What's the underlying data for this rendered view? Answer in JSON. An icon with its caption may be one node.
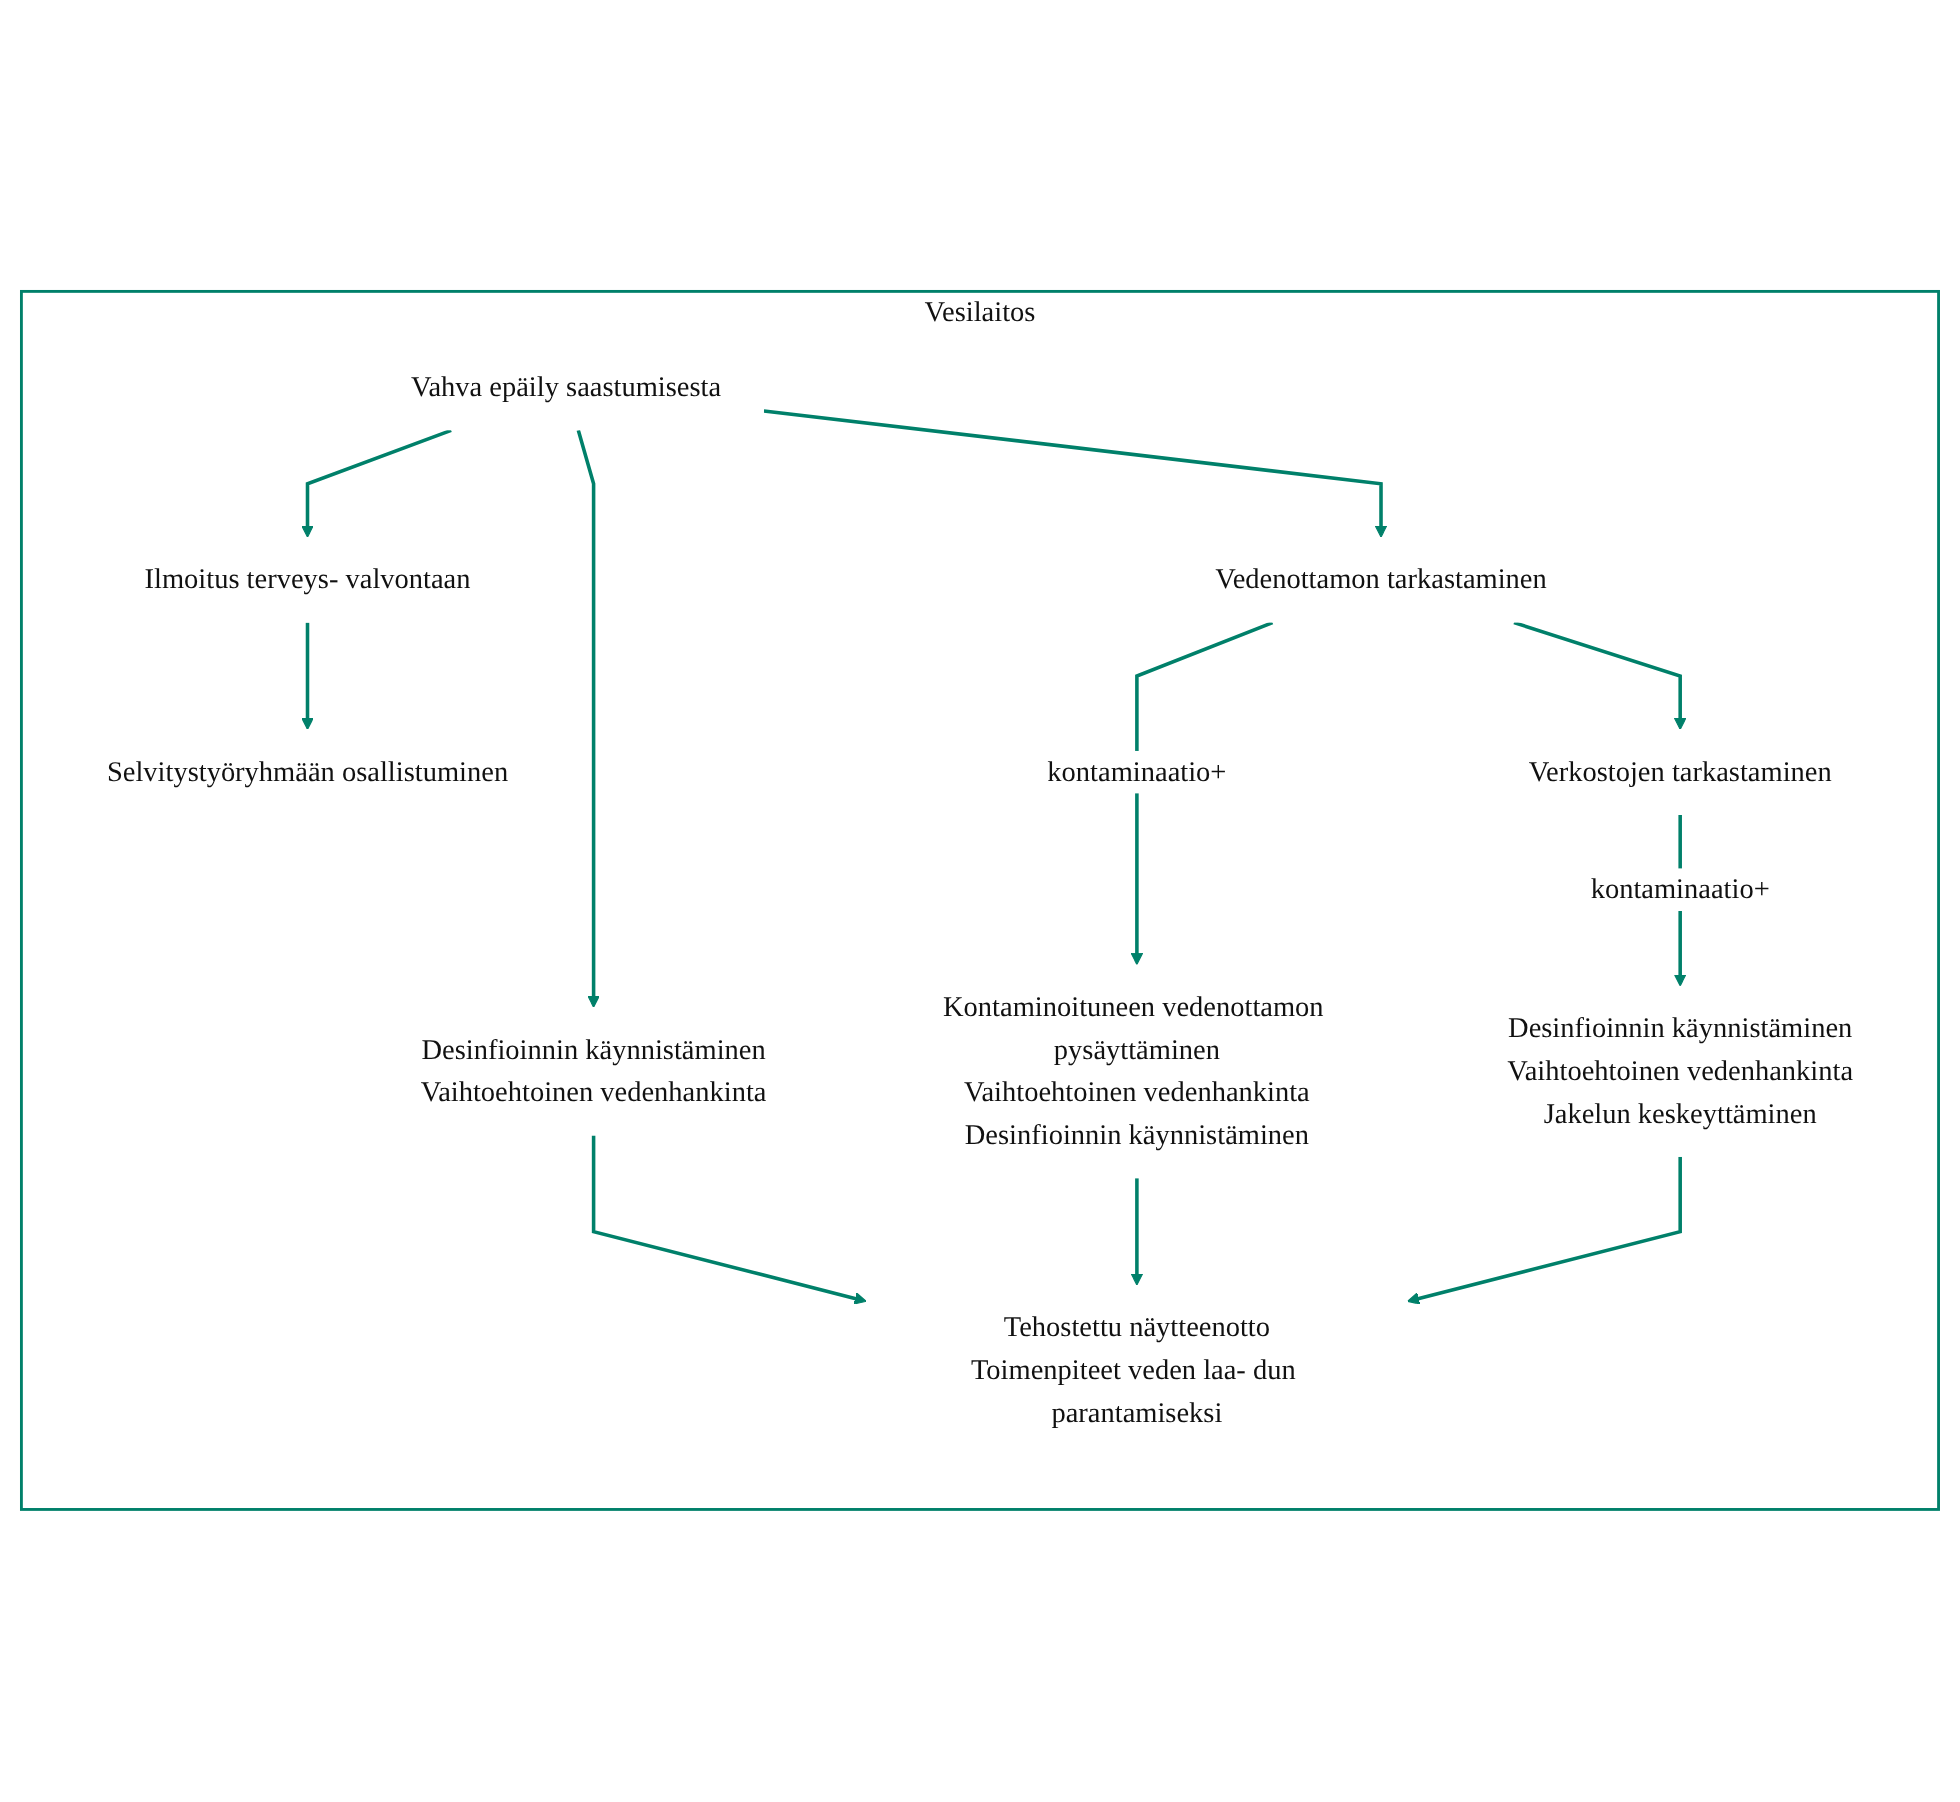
{
  "diagram": {
    "nodes": [
      {
        "text": [
          "Vesilaitos"
        ]
      },
      {
        "text": [
          "Vahva epäily saastumisesta"
        ],
        "in": 0
      },
      {
        "text": [
          "Ilmoitus terveys- valvontaan"
        ],
        "in": 0
      },
      {
        "text": [
          "Selvitystyöryhmään osallistuminen"
        ],
        "in": 0
      },
      {
        "text": [
          "Desinfioinnin käynnistäminen",
          "Vaihtoehtoinen vedenhankinta"
        ],
        "in": 0
      },
      {
        "text": [
          "Vedenottamon tarkastaminen"
        ],
        "in": 0
      },
      {
        "text": [
          "Kontaminoituneen vedenottamon pysäyttäminen",
          "Vaihtoehtoinen vedenhankinta",
          "Desinfioinnin käynnistäminen"
        ],
        "in": 0
      },
      {
        "text": [
          "Verkostojen tarkastaminen"
        ],
        "in": 0
      },
      {
        "text": [
          "Desinfioinnin käynnistäminen",
          "Vaihtoehtoinen vedenhankinta",
          "Jakelun keskeyttäminen"
        ],
        "in": 0
      },
      {
        "text": [
          "Tehostettu näytteenotto",
          "Toimenpiteet veden laa- dun parantamiseksi"
        ],
        "in": 0
      }
    ],
    "edges": [
      {
        "from": 1,
        "to": 2,
        "arrow": "to"
      },
      {
        "from": 2,
        "to": 3,
        "arrow": "to"
      },
      {
        "from": 1,
        "to": 4,
        "arrow": "to"
      },
      {
        "from": 1,
        "to": 5,
        "arrow": "to"
      },
      {
        "from": 5,
        "to": 6,
        "label": "kontaminaatio+",
        "arrow": "to"
      },
      {
        "from": 5,
        "to": 7,
        "arrow": "to"
      },
      {
        "from": 7,
        "to": 8,
        "label": "kontaminaatio+",
        "arrow": "to"
      },
      {
        "from": 4,
        "to": 9,
        "arrow": "to"
      },
      {
        "from": 6,
        "to": 9,
        "arrow": "to"
      },
      {
        "from": 8,
        "to": 9,
        "arrow": "to"
      }
    ]
  }
}
